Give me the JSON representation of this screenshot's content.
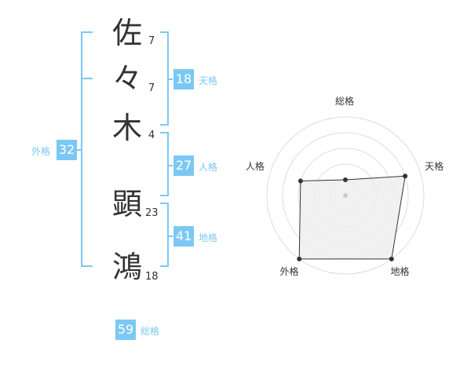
{
  "colors": {
    "accent": "#7cc8f4",
    "bracket": "#7cc8f4",
    "text": "#333333",
    "radar_grid": "#dddddd",
    "radar_fill": "#eeeeee",
    "radar_line": "#333333"
  },
  "name": {
    "chars": [
      {
        "char": "佐",
        "strokes": "7"
      },
      {
        "char": "々",
        "strokes": "7"
      },
      {
        "char": "木",
        "strokes": "4"
      },
      {
        "char": "顕",
        "strokes": "23"
      },
      {
        "char": "鴻",
        "strokes": "18"
      }
    ]
  },
  "kakusu": {
    "tenkaku": {
      "value": "18",
      "label": "天格"
    },
    "jinkaku": {
      "value": "27",
      "label": "人格"
    },
    "chikaku": {
      "value": "41",
      "label": "地格"
    },
    "gaikaku": {
      "value": "32",
      "label": "外格"
    },
    "soukaku": {
      "value": "59",
      "label": "総格"
    }
  },
  "radar": {
    "axes": [
      "総格",
      "天格",
      "地格",
      "外格",
      "人格"
    ],
    "levels": 5,
    "scores": [
      1,
      4,
      5,
      5,
      3
    ]
  }
}
